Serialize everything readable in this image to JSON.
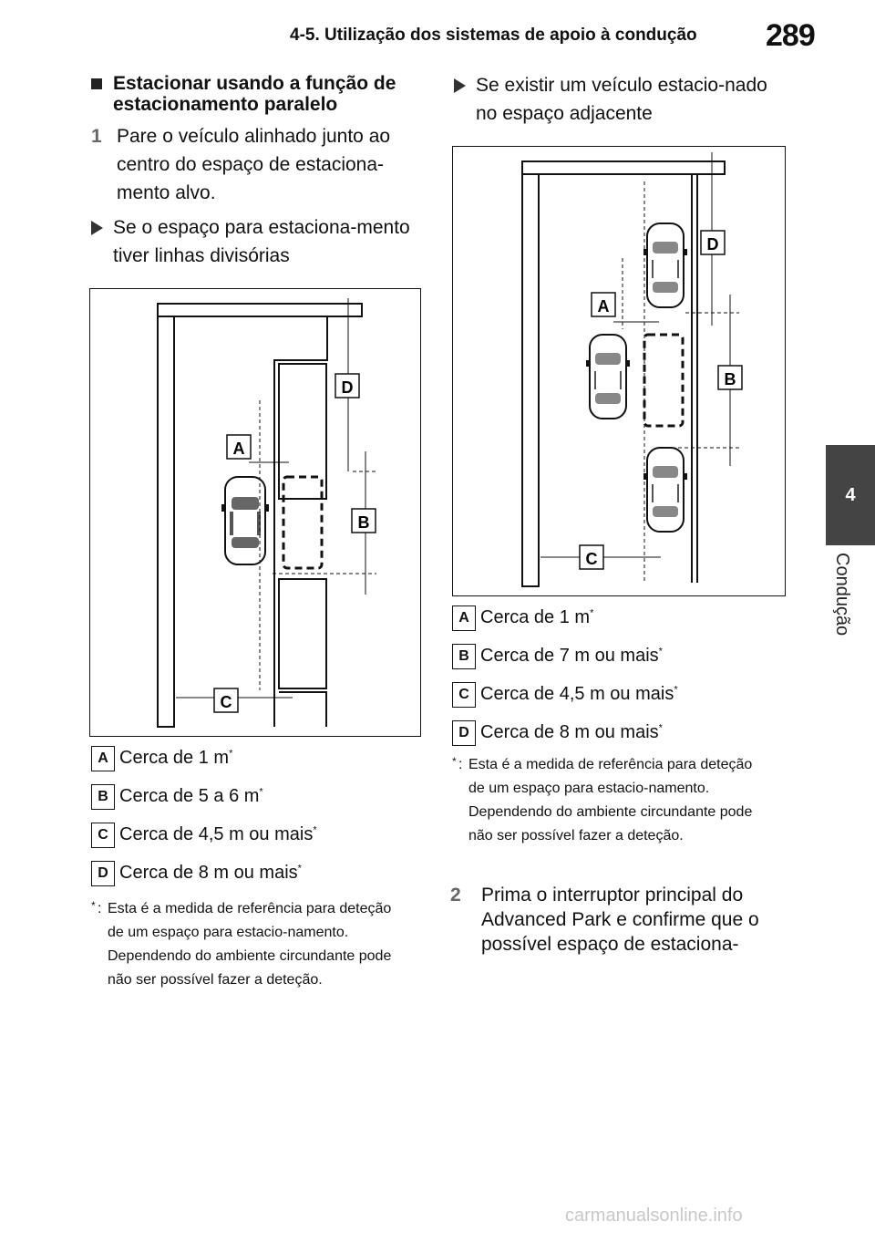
{
  "header": {
    "title": "4-5. Utilização dos sistemas de apoio à condução",
    "page_number": "289"
  },
  "side_tab": {
    "number": "4",
    "label": "Condução"
  },
  "section": {
    "heading": "Estacionar usando a função de estacionamento paralelo"
  },
  "step1": {
    "number": "1",
    "text": "Pare o veículo alinhado junto ao centro do espaço de estaciona-mento alvo."
  },
  "case1": {
    "title": "Se o espaço para estaciona-mento tiver linhas divisórias",
    "figure_labels": [
      "A",
      "B",
      "C",
      "D"
    ],
    "legend": [
      {
        "letter": "A",
        "text": "Cerca de 1 m",
        "mark": "*"
      },
      {
        "letter": "B",
        "text": "Cerca de 5 a 6 m",
        "mark": "*"
      },
      {
        "letter": "C",
        "text": "Cerca de 4,5 m ou mais",
        "mark": "*"
      },
      {
        "letter": "D",
        "text": "Cerca de 8 m ou mais",
        "mark": "*"
      }
    ],
    "note": {
      "mark": "*",
      "text": "Esta é a medida de referência para deteção de um espaço para estacio-namento. Dependendo do ambiente circundante pode não ser possível fazer a deteção."
    }
  },
  "case2": {
    "title": "Se existir um veículo estacio-nado no espaço adjacente",
    "figure_labels": [
      "A",
      "B",
      "C",
      "D"
    ],
    "legend": [
      {
        "letter": "A",
        "text": "Cerca de 1 m",
        "mark": "*"
      },
      {
        "letter": "B",
        "text": "Cerca de 7 m ou mais",
        "mark": "*"
      },
      {
        "letter": "C",
        "text": "Cerca de 4,5 m ou mais",
        "mark": "*"
      },
      {
        "letter": "D",
        "text": "Cerca de 8 m ou mais",
        "mark": "*"
      }
    ],
    "note": {
      "mark": "*",
      "text": "Esta é a medida de referência para deteção de um espaço para estacio-namento. Dependendo do ambiente circundante pode não ser possível fazer a deteção."
    }
  },
  "step2": {
    "number": "2",
    "text": "Prima o interruptor principal do Advanced Park e confirme que o possível espaço de estaciona-"
  },
  "watermark": "carmanualsonline.info"
}
